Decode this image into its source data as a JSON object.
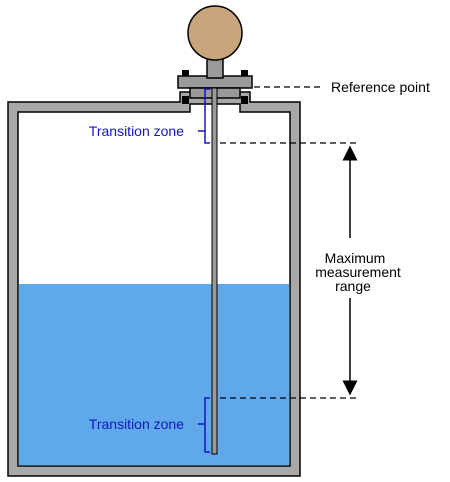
{
  "labels": {
    "reference_point": "Reference point",
    "transition_zone_top": "Transition zone",
    "transition_zone_bottom": "Transition zone",
    "max_range_line1": "Maximum",
    "max_range_line2": "measurement",
    "max_range_line3": "range"
  },
  "colors": {
    "tank_wall": "#a8a8a8",
    "liquid": "#5fa9ea",
    "sensor_head": "#c8a57a",
    "flange": "#9a9a9a",
    "probe": "#9a9a9a",
    "transition_label": "#1414c8",
    "annotation": "#000000"
  }
}
